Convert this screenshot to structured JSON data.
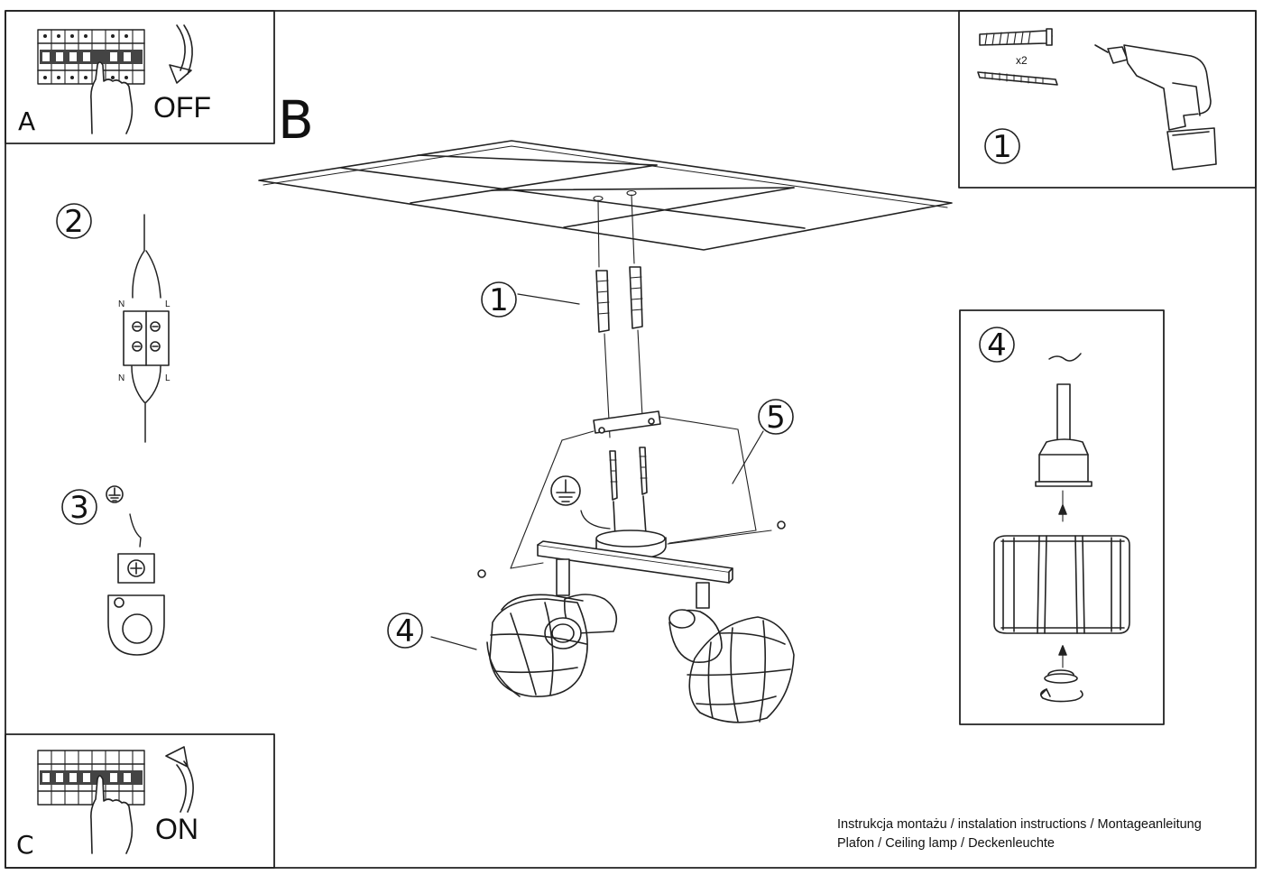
{
  "panel_a": {
    "letter": "A",
    "action": "OFF"
  },
  "panel_c": {
    "letter": "C",
    "action": "ON"
  },
  "main": {
    "letter": "B"
  },
  "panel_tools": {
    "quantity": "x2",
    "step": "1"
  },
  "step_2": {
    "step": "2",
    "terminal_top_left": "N",
    "terminal_top_right": "L",
    "terminal_bottom_left": "N",
    "terminal_bottom_right": "L"
  },
  "step_3": {
    "step": "3"
  },
  "assembly": {
    "callout_1": "1",
    "callout_4": "4",
    "callout_5": "5"
  },
  "panel_shade": {
    "step": "4"
  },
  "footer": {
    "line1": "Instrukcja montażu / instalation instructions / Montageanleitung",
    "line2": "Plafon / Ceiling lamp / Deckenleuchte"
  },
  "icons": [
    "circuit-breaker-icon",
    "hand-icon",
    "arrow-icon",
    "ground-symbol-icon",
    "drill-icon",
    "wall-plug-icon",
    "screw-icon",
    "connector-block-icon"
  ]
}
